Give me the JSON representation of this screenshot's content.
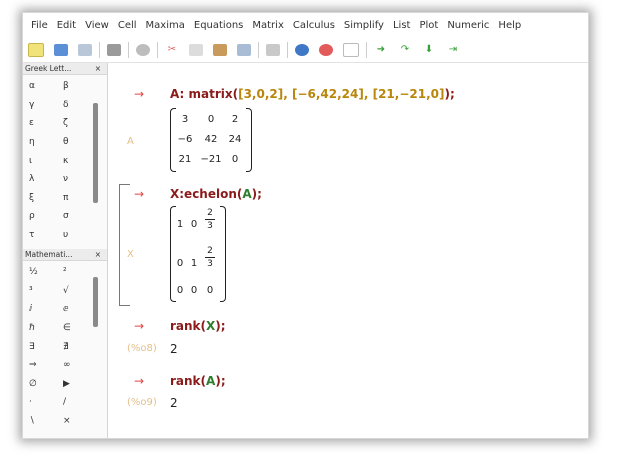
{
  "menu": [
    "File",
    "Edit",
    "View",
    "Cell",
    "Maxima",
    "Equations",
    "Matrix",
    "Calculus",
    "Simplify",
    "List",
    "Plot",
    "Numeric",
    "Help"
  ],
  "toolbar_icons": [
    "new-icon",
    "open-icon",
    "save-icon",
    "print-icon",
    "settings-icon",
    "cut-icon",
    "copy-icon",
    "paste-icon",
    "select-all-icon",
    "find-icon",
    "refresh-icon",
    "stop-icon",
    "up-icon",
    "step-icon",
    "continue-icon",
    "download-icon",
    "end-icon"
  ],
  "sidebar": {
    "greek_title": "Greek Lett...",
    "greek_close": "×",
    "greek_rows": [
      [
        "α",
        "β"
      ],
      [
        "γ",
        "δ"
      ],
      [
        "ε",
        "ζ"
      ],
      [
        "η",
        "θ"
      ],
      [
        "ι",
        "κ"
      ],
      [
        "λ",
        "ν"
      ],
      [
        "ξ",
        "π"
      ],
      [
        "ρ",
        "σ"
      ],
      [
        "τ",
        "υ"
      ]
    ],
    "math_title": "Mathemati...",
    "math_close": "×",
    "math_rows": [
      [
        "½",
        "²"
      ],
      [
        "³",
        "√"
      ],
      [
        "ⅈ",
        "ⅇ"
      ],
      [
        "ℏ",
        "∈"
      ],
      [
        "∃",
        "∄"
      ],
      [
        "⇒",
        "∞"
      ],
      [
        "∅",
        "▶"
      ],
      [
        "·",
        "/"
      ],
      [
        "∖",
        "×"
      ]
    ]
  },
  "cells": {
    "input_arrow": "→",
    "c1_cmd_pre": "A: matrix(",
    "c1_cmd_args": "[3,0,2], [−6,42,24], [21,−21,0]",
    "c1_cmd_post": ");",
    "c1_label": "A",
    "matrixA": [
      [
        "3",
        "0",
        "2"
      ],
      [
        "−6",
        "42",
        "24"
      ],
      [
        "21",
        "−21",
        "0"
      ]
    ],
    "c2_cmd_pre": "X:echelon(",
    "c2_cmd_var": "A",
    "c2_cmd_post": ");",
    "c2_label": "X",
    "matrixX_r1": [
      "1",
      "0"
    ],
    "matrixX_r2": [
      "0",
      "1"
    ],
    "matrixX_r3": [
      "0",
      "0",
      "0"
    ],
    "frac_num": "2",
    "frac_den": "3",
    "c3_cmd_pre": "rank(",
    "c3_cmd_var": "X",
    "c3_cmd_post": ");",
    "c3_label": "(%o8)",
    "c3_out": "2",
    "c4_cmd_pre": "rank(",
    "c4_cmd_var": "A",
    "c4_cmd_post": ");",
    "c4_label": "(%o9)",
    "c4_out": "2"
  }
}
